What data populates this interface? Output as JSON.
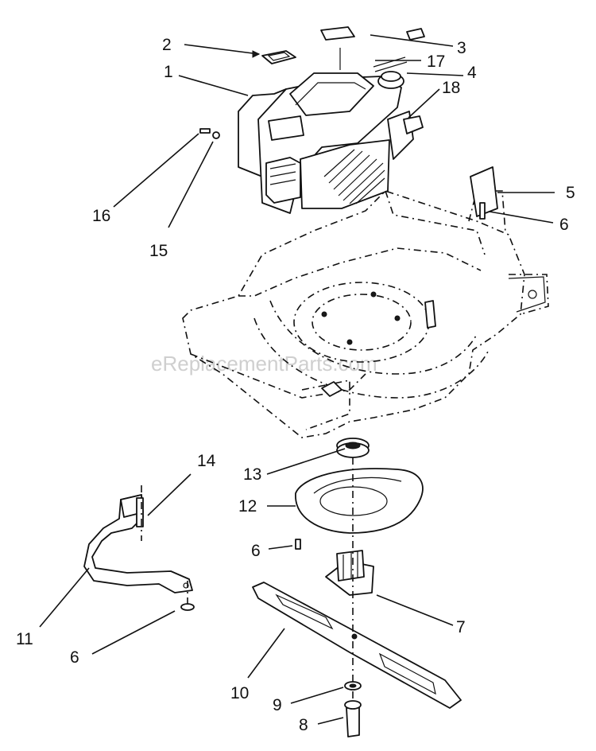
{
  "watermark": "eReplacementParts.com",
  "callouts": [
    {
      "id": "c1",
      "label": "1"
    },
    {
      "id": "c2",
      "label": "2"
    },
    {
      "id": "c3",
      "label": "3"
    },
    {
      "id": "c4",
      "label": "4"
    },
    {
      "id": "c5",
      "label": "5"
    },
    {
      "id": "c6a",
      "label": "6"
    },
    {
      "id": "c6b",
      "label": "6"
    },
    {
      "id": "c6c",
      "label": "6"
    },
    {
      "id": "c7",
      "label": "7"
    },
    {
      "id": "c8",
      "label": "8"
    },
    {
      "id": "c9",
      "label": "9"
    },
    {
      "id": "c10",
      "label": "10"
    },
    {
      "id": "c11",
      "label": "11"
    },
    {
      "id": "c12",
      "label": "12"
    },
    {
      "id": "c13",
      "label": "13"
    },
    {
      "id": "c14",
      "label": "14"
    },
    {
      "id": "c15",
      "label": "15"
    },
    {
      "id": "c16",
      "label": "16"
    },
    {
      "id": "c17",
      "label": "17"
    },
    {
      "id": "c18",
      "label": "18"
    }
  ]
}
